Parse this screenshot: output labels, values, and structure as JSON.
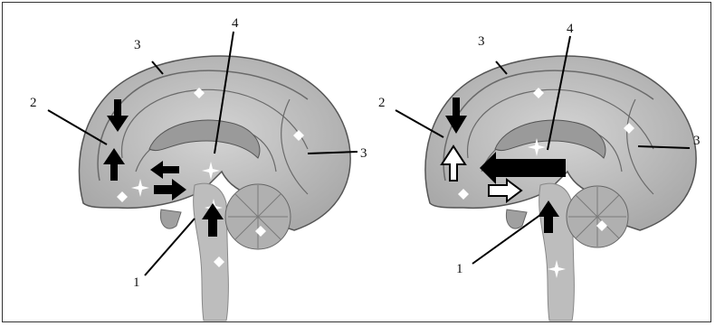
{
  "figure": {
    "left_panel": {
      "labels": {
        "l1": "1",
        "l2": "2",
        "l3_top": "3",
        "l3_right": "3",
        "l4": "4"
      }
    },
    "right_panel": {
      "labels": {
        "l1": "1",
        "l2": "2",
        "l3_top": "3",
        "l3_right": "3",
        "l4": "4"
      }
    }
  },
  "colors": {
    "brain_fill": "#c9c9c9",
    "brain_dark": "#8a8a8a",
    "arrow_fill": "#000000",
    "line": "#000000"
  }
}
